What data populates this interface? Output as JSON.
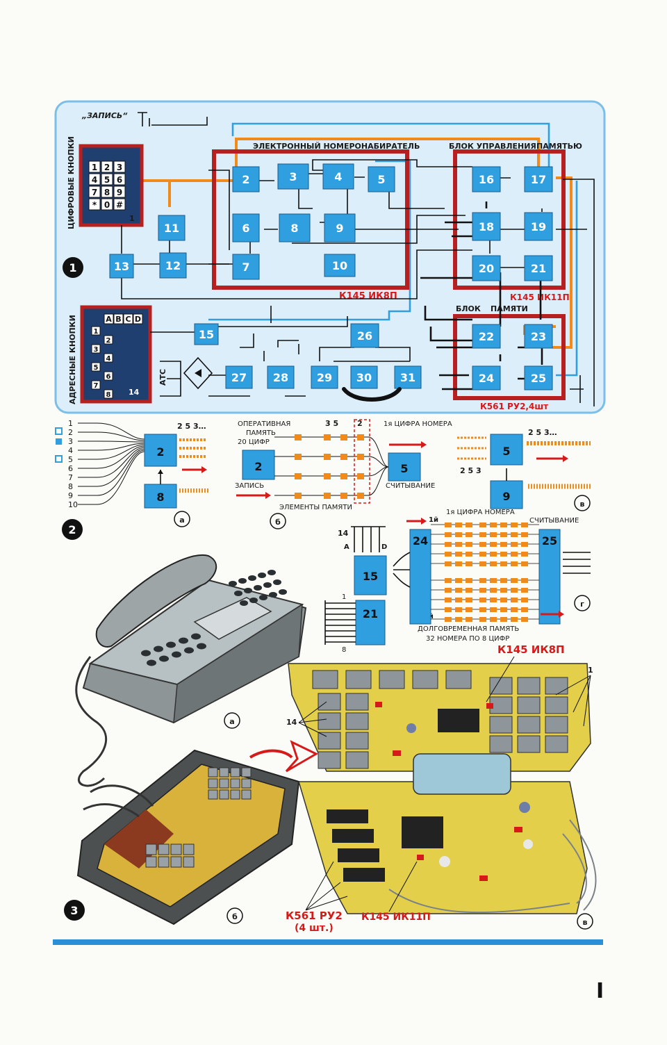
{
  "fig1": {
    "zapis_label": "„ЗАПИСЬ“",
    "digit_buttons_label": "ЦИФРОВЫЕ КНОПКИ",
    "address_buttons_label": "АДРЕСНЫЕ КНОПКИ",
    "dialer_title": "ЭЛЕКТРОННЫЙ НОМЕРОНАБИРАТЕЛЬ",
    "control_title_1": "БЛОК УПРАВЛЕНИЯ",
    "control_title_2": "ПАМЯТЬЮ",
    "memory_title_1": "БЛОК",
    "memory_title_2": "ПАМЯТИ",
    "chip_dialer": "К145 ИК8П",
    "chip_control": "К145 ИК11П",
    "chip_memory": "К561 РУ2,4шт",
    "ats_label": "АТС",
    "fig_no": "1",
    "keypad_keys": [
      "1",
      "2",
      "3",
      "4",
      "5",
      "6",
      "7",
      "8",
      "9",
      "*",
      "0",
      "#"
    ],
    "keypad_index": "1",
    "addr_letters": [
      "A",
      "B",
      "C",
      "D"
    ],
    "addr_rows": [
      "1",
      "2",
      "3",
      "4",
      "5",
      "6",
      "7",
      "8"
    ],
    "addr_index": "14",
    "blocks": [
      "2",
      "3",
      "4",
      "5",
      "6",
      "7",
      "8",
      "9",
      "10",
      "11",
      "12",
      "13",
      "15",
      "16",
      "17",
      "18",
      "19",
      "20",
      "21",
      "22",
      "23",
      "24",
      "25",
      "26",
      "27",
      "28",
      "29",
      "30",
      "31"
    ]
  },
  "fig2": {
    "fig_no": "2",
    "a": {
      "rows": [
        "1",
        "2",
        "3",
        "4",
        "5",
        "6",
        "7",
        "8",
        "9",
        "10"
      ],
      "block_top": "2",
      "block_bottom": "8",
      "digits": "2 5 3…",
      "tag": "а"
    },
    "b": {
      "mem_label_1": "ОПЕРАТИВНАЯ",
      "mem_label_2": "ПАМЯТЬ",
      "mem_label_3": "20 ЦИФР",
      "cols": "3  5",
      "col_sel": "2",
      "first_digit": "1я ЦИФРА НОМЕРА",
      "block_in": "2",
      "block_out": "5",
      "write": "ЗАПИСЬ",
      "read": "СЧИТЫВАНИЕ",
      "elements": "ЭЛЕМЕНТЫ ПАМЯТИ",
      "tag": "б"
    },
    "v": {
      "block_top": "5",
      "block_bottom": "9",
      "digits_in": "2 5 3",
      "digits_out": "2    5    3…",
      "tag": "в"
    },
    "g": {
      "first_digit": "1я ЦИФРА НОМЕРА",
      "read": "СЧИТЫВАНИЕ",
      "first_row": "1й",
      "last_row": "32й",
      "memory_1": "ДОЛГОВРЕМЕННАЯ ПАМЯТЬ",
      "memory_2": "32 НОМЕРА ПО 8 ЦИФР",
      "input_top": "14",
      "letter_a": "A",
      "letter_d": "D",
      "block_15": "15",
      "block_21": "21",
      "block_24": "24",
      "block_25": "25",
      "row_1": "1",
      "row_8": "8",
      "tag": "г"
    }
  },
  "fig3": {
    "fig_no": "3",
    "tag_a": "а",
    "tag_b": "б",
    "tag_v": "в",
    "chip_top": "К145 ИК8П",
    "callout_1": "1",
    "callout_14": "14",
    "chip_mem_1": "К561 РУ2",
    "chip_mem_2": "(4 шт.)",
    "chip_ctrl": "К145 ИК11П"
  },
  "page_number": "I",
  "colors": {
    "block": "#2f9fe0",
    "frame": "#b62020",
    "bus_orange": "#f08a1a",
    "panel": "#dbeef9",
    "rule": "#2a8fd6"
  }
}
